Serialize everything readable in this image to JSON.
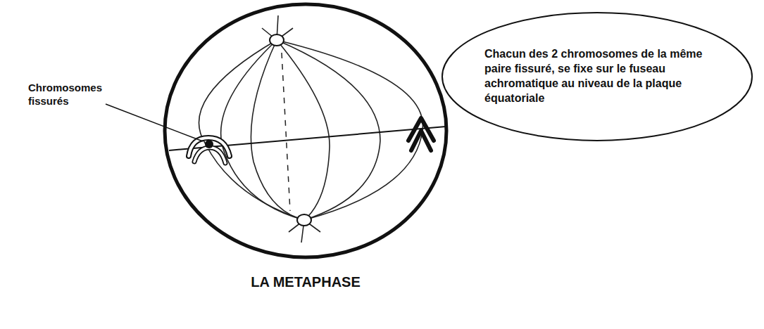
{
  "diagram": {
    "title": "LA METAPHASE",
    "nodes": [
      {
        "text": [
          "Chacun des 2 chromosomes de la même paire fissuré, se fixe sur le fuseau achromatique au niveau de la plaque équatoriale"
        ]
      }
    ],
    "labels": [
      "Chromosomes fissurés"
    ]
  }
}
